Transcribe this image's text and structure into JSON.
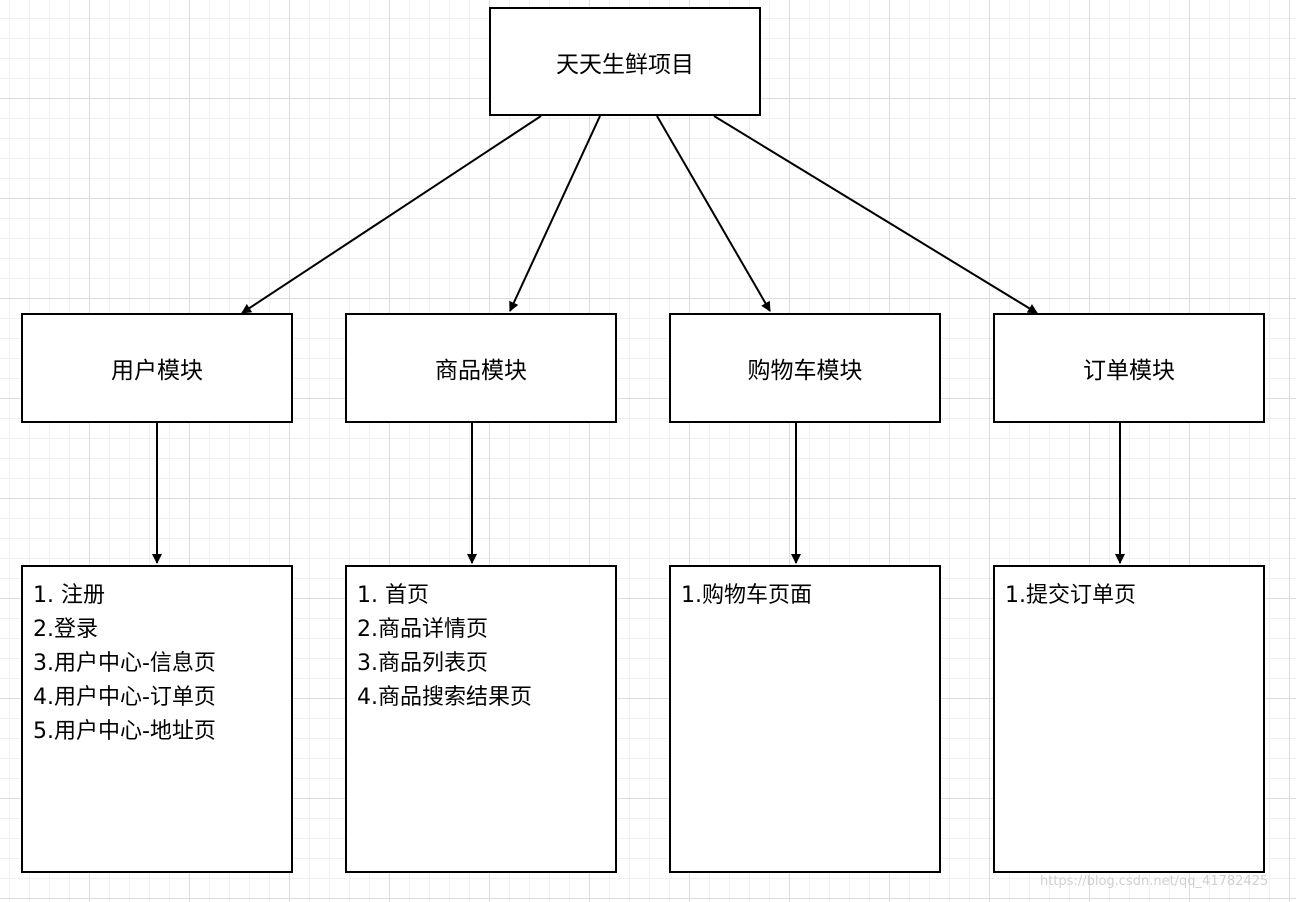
{
  "root": {
    "label": "天天生鲜项目"
  },
  "modules": [
    {
      "label": "用户模块",
      "pages": [
        "1. 注册",
        "2.登录",
        "3.用户中心-信息页",
        "4.用户中心-订单页",
        "5.用户中心-地址页"
      ]
    },
    {
      "label": "商品模块",
      "pages": [
        "1. 首页",
        "2.商品详情页",
        "3.商品列表页",
        "4.商品搜索结果页"
      ]
    },
    {
      "label": "购物车模块",
      "pages": [
        "1.购物车页面"
      ]
    },
    {
      "label": "订单模块",
      "pages": [
        "1.提交订单页"
      ]
    }
  ],
  "watermark": "https://blog.csdn.net/qq_41782425"
}
